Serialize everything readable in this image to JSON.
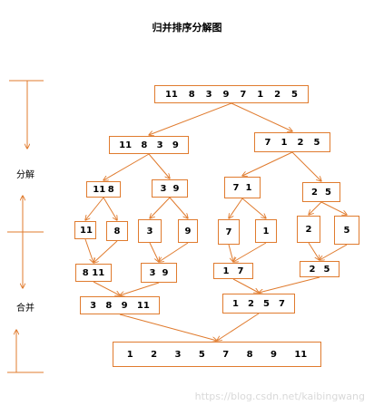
{
  "title": "归并排序分解图",
  "labels": {
    "split": "分解",
    "merge": "合并"
  },
  "watermark": "https://blog.csdn.net/kaibingwang",
  "colors": {
    "stroke": "#e07b2e",
    "text": "#000000"
  },
  "nodes": [
    {
      "id": "r",
      "values": [
        "11",
        "8",
        "3",
        "9",
        "7",
        "1",
        "2",
        "5"
      ]
    },
    {
      "id": "a",
      "values": [
        "11",
        "8",
        "3",
        "9"
      ]
    },
    {
      "id": "b",
      "values": [
        "7",
        "1",
        "2",
        "5"
      ]
    },
    {
      "id": "aa",
      "values": [
        "11",
        "8"
      ]
    },
    {
      "id": "ab",
      "values": [
        "3",
        "9"
      ]
    },
    {
      "id": "ba",
      "values": [
        "7",
        "1"
      ]
    },
    {
      "id": "bb",
      "values": [
        "2",
        "5"
      ]
    },
    {
      "id": "l1",
      "values": [
        "11"
      ]
    },
    {
      "id": "l2",
      "values": [
        "8"
      ]
    },
    {
      "id": "l3",
      "values": [
        "3"
      ]
    },
    {
      "id": "l4",
      "values": [
        "9"
      ]
    },
    {
      "id": "l5",
      "values": [
        "7"
      ]
    },
    {
      "id": "l6",
      "values": [
        "1"
      ]
    },
    {
      "id": "l7",
      "values": [
        "2"
      ]
    },
    {
      "id": "l8",
      "values": [
        "5"
      ]
    },
    {
      "id": "m1",
      "values": [
        "8",
        "11"
      ]
    },
    {
      "id": "m2",
      "values": [
        "3",
        "9"
      ]
    },
    {
      "id": "m3",
      "values": [
        "1",
        "7"
      ]
    },
    {
      "id": "m4",
      "values": [
        "2",
        "5"
      ]
    },
    {
      "id": "n1",
      "values": [
        "3",
        "8",
        "9",
        "11"
      ]
    },
    {
      "id": "n2",
      "values": [
        "1",
        "2",
        "5",
        "7"
      ]
    },
    {
      "id": "out",
      "values": [
        "1",
        "2",
        "3",
        "5",
        "7",
        "8",
        "9",
        "11"
      ]
    }
  ],
  "edges": [
    [
      "r",
      "a"
    ],
    [
      "r",
      "b"
    ],
    [
      "a",
      "aa"
    ],
    [
      "a",
      "ab"
    ],
    [
      "b",
      "ba"
    ],
    [
      "b",
      "bb"
    ],
    [
      "aa",
      "l1"
    ],
    [
      "aa",
      "l2"
    ],
    [
      "ab",
      "l3"
    ],
    [
      "ab",
      "l4"
    ],
    [
      "ba",
      "l5"
    ],
    [
      "ba",
      "l6"
    ],
    [
      "bb",
      "l7"
    ],
    [
      "bb",
      "l8"
    ],
    [
      "l1",
      "m1"
    ],
    [
      "l2",
      "m1"
    ],
    [
      "l3",
      "m2"
    ],
    [
      "l4",
      "m2"
    ],
    [
      "l5",
      "m3"
    ],
    [
      "l6",
      "m3"
    ],
    [
      "l7",
      "m4"
    ],
    [
      "l8",
      "m4"
    ],
    [
      "m1",
      "n1"
    ],
    [
      "m2",
      "n1"
    ],
    [
      "m3",
      "n2"
    ],
    [
      "m4",
      "n2"
    ],
    [
      "n1",
      "out"
    ],
    [
      "n2",
      "out"
    ]
  ]
}
